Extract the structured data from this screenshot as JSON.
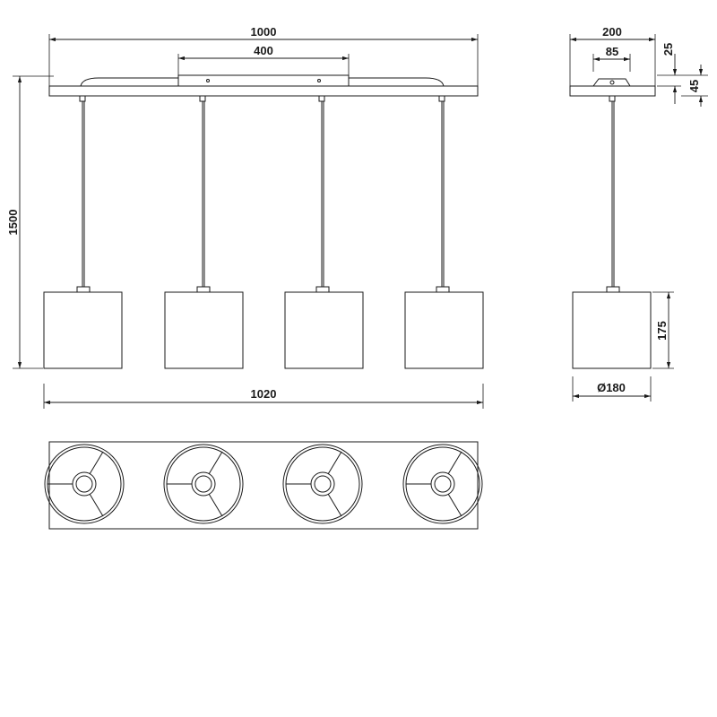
{
  "dimensions": {
    "total_width": "1000",
    "center_span": "400",
    "overall_width": "1020",
    "height_total": "1500",
    "canopy_width": "200",
    "canopy_base": "85",
    "canopy_top": "25",
    "canopy_height": "45",
    "shade_height": "175",
    "shade_diameter": "Ø180"
  },
  "colors": {
    "line": "#1a1a1a",
    "background": "#ffffff"
  }
}
